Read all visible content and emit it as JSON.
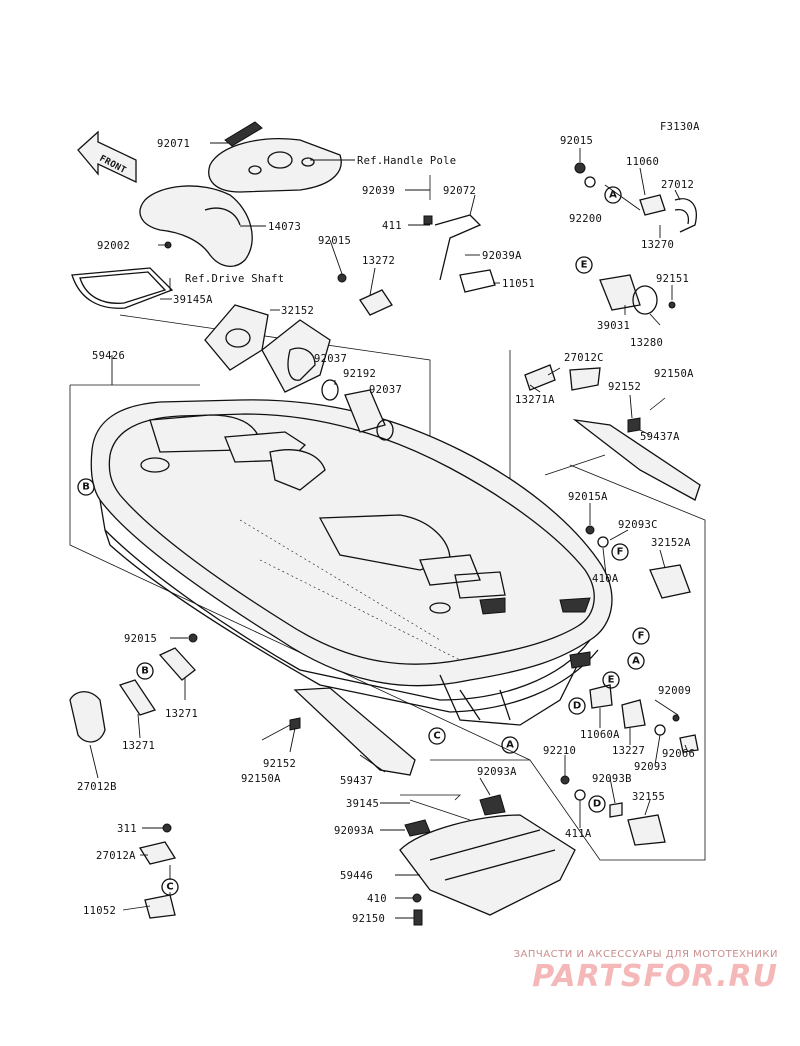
{
  "diagram_code": "F3130A",
  "parts": [
    {
      "id": "p92071",
      "label": "92071"
    },
    {
      "id": "p92002",
      "label": "92002"
    },
    {
      "id": "p14073",
      "label": "14073"
    },
    {
      "id": "p39145A",
      "label": "39145A"
    },
    {
      "id": "p59426",
      "label": "59426"
    },
    {
      "id": "p32152",
      "label": "32152"
    },
    {
      "id": "p92037a",
      "label": "92037"
    },
    {
      "id": "p92192",
      "label": "92192"
    },
    {
      "id": "p92037b",
      "label": "92037"
    },
    {
      "id": "p92039",
      "label": "92039"
    },
    {
      "id": "p92072",
      "label": "92072"
    },
    {
      "id": "p411",
      "label": "411"
    },
    {
      "id": "p92015a",
      "label": "92015"
    },
    {
      "id": "p92039A",
      "label": "92039A"
    },
    {
      "id": "p13272",
      "label": "13272"
    },
    {
      "id": "p11051",
      "label": "11051"
    },
    {
      "id": "p92015b",
      "label": "92015"
    },
    {
      "id": "p11060",
      "label": "11060"
    },
    {
      "id": "p27012",
      "label": "27012"
    },
    {
      "id": "p92200",
      "label": "92200"
    },
    {
      "id": "p13270",
      "label": "13270"
    },
    {
      "id": "p92151",
      "label": "92151"
    },
    {
      "id": "p39031",
      "label": "39031"
    },
    {
      "id": "p13280",
      "label": "13280"
    },
    {
      "id": "p27012C",
      "label": "27012C"
    },
    {
      "id": "p92150A_r",
      "label": "92150A"
    },
    {
      "id": "p92152_r",
      "label": "92152"
    },
    {
      "id": "p13271A",
      "label": "13271A"
    },
    {
      "id": "p59437A",
      "label": "59437A"
    },
    {
      "id": "p92015A",
      "label": "92015A"
    },
    {
      "id": "p92093C",
      "label": "92093C"
    },
    {
      "id": "p32152A",
      "label": "32152A"
    },
    {
      "id": "p410A",
      "label": "410A"
    },
    {
      "id": "p92009",
      "label": "92009"
    },
    {
      "id": "p11060A",
      "label": "11060A"
    },
    {
      "id": "p13227",
      "label": "13227"
    },
    {
      "id": "p92093",
      "label": "92093"
    },
    {
      "id": "p92066",
      "label": "92066"
    },
    {
      "id": "p92210",
      "label": "92210"
    },
    {
      "id": "p92093B",
      "label": "92093B"
    },
    {
      "id": "p32155",
      "label": "32155"
    },
    {
      "id": "p411A",
      "label": "411A"
    },
    {
      "id": "p92015c",
      "label": "92015"
    },
    {
      "id": "p13271a",
      "label": "13271"
    },
    {
      "id": "p13271b",
      "label": "13271"
    },
    {
      "id": "p27012B",
      "label": "27012B"
    },
    {
      "id": "p92152_b",
      "label": "92152"
    },
    {
      "id": "p92150A_b",
      "label": "92150A"
    },
    {
      "id": "p59437",
      "label": "59437"
    },
    {
      "id": "p39145",
      "label": "39145"
    },
    {
      "id": "p92093A_t",
      "label": "92093A"
    },
    {
      "id": "p92093A_b",
      "label": "92093A"
    },
    {
      "id": "p59446",
      "label": "59446"
    },
    {
      "id": "p410",
      "label": "410"
    },
    {
      "id": "p92150",
      "label": "92150"
    },
    {
      "id": "p311",
      "label": "311"
    },
    {
      "id": "p27012A",
      "label": "27012A"
    },
    {
      "id": "p11052",
      "label": "11052"
    }
  ],
  "references": {
    "handle_pole": "Ref.Handle Pole",
    "drive_shaft": "Ref.Drive Shaft"
  },
  "front_arrow": "FRONT",
  "callouts": [
    {
      "id": "A1",
      "letter": "A"
    },
    {
      "id": "B1",
      "letter": "B"
    },
    {
      "id": "E1",
      "letter": "E"
    },
    {
      "id": "F1",
      "letter": "F"
    },
    {
      "id": "F2",
      "letter": "F"
    },
    {
      "id": "A2",
      "letter": "A"
    },
    {
      "id": "E2",
      "letter": "E"
    },
    {
      "id": "D1",
      "letter": "D"
    },
    {
      "id": "C1",
      "letter": "C"
    },
    {
      "id": "A3",
      "letter": "A"
    },
    {
      "id": "D2",
      "letter": "D"
    },
    {
      "id": "B2",
      "letter": "B"
    },
    {
      "id": "C2",
      "letter": "C"
    }
  ],
  "watermark": {
    "caption": "ЗАПЧАСТИ И АКСЕССУАРЫ ДЛЯ МОТОТЕХНИКИ",
    "logo": "PARTSFOR.RU"
  }
}
